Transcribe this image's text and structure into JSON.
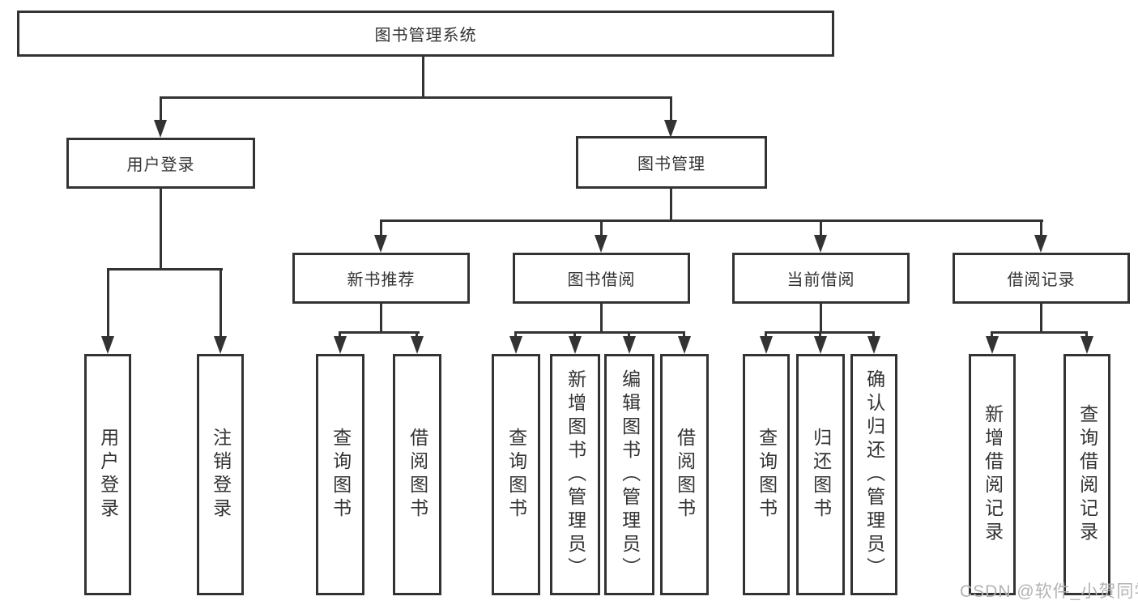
{
  "diagram_title": "图书管理系统",
  "tree": {
    "label": "图书管理系统",
    "children": [
      {
        "label": "用户登录",
        "children": [
          {
            "label": "用户登录"
          },
          {
            "label": "注销登录"
          }
        ]
      },
      {
        "label": "图书管理",
        "children": [
          {
            "label": "新书推荐",
            "children": [
              {
                "label": "查询图书"
              },
              {
                "label": "借阅图书"
              }
            ]
          },
          {
            "label": "图书借阅",
            "children": [
              {
                "label": "查询图书"
              },
              {
                "label": "新增图书（管理员）"
              },
              {
                "label": "编辑图书（管理员）"
              },
              {
                "label": "借阅图书"
              }
            ]
          },
          {
            "label": "当前借阅",
            "children": [
              {
                "label": "查询图书"
              },
              {
                "label": "归还图书"
              },
              {
                "label": "确认归还（管理员）"
              }
            ]
          },
          {
            "label": "借阅记录",
            "children": [
              {
                "label": "新增借阅记录"
              },
              {
                "label": "查询借阅记录"
              }
            ]
          }
        ]
      }
    ]
  },
  "watermark": {
    "text": "CSDN @软件_小贺同学"
  },
  "colors": {
    "line": "#333333",
    "text": "#333333",
    "box_background": "#ffffff",
    "page_background": "#ffffff",
    "watermark": "#b3b3b3"
  }
}
